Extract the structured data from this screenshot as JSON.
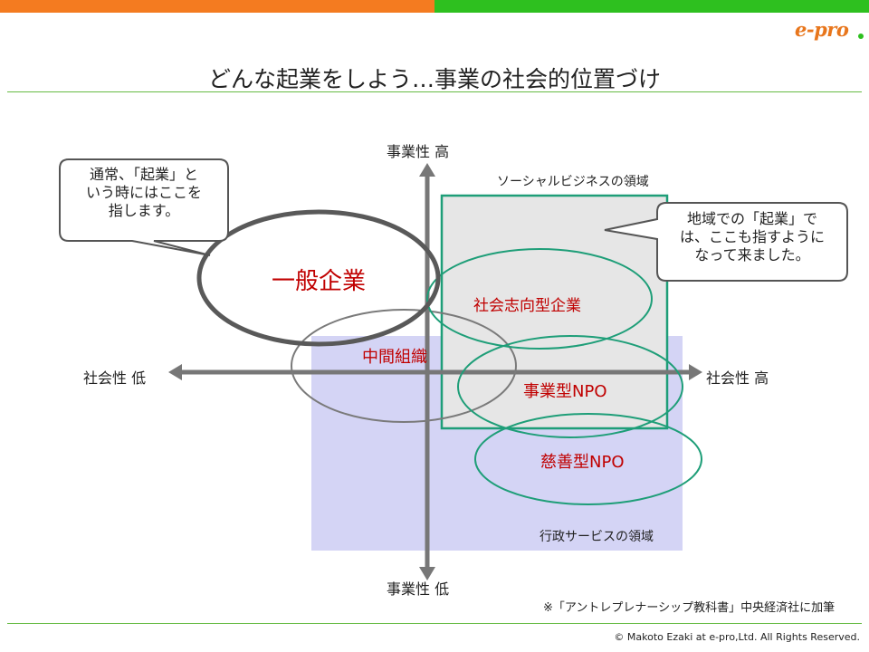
{
  "header": {
    "title": "どんな起業をしよう…事業の社会的位置づけ",
    "logo_text": "e-pro",
    "brand_colors": {
      "orange": "#f47b20",
      "green": "#2ec01f"
    }
  },
  "diagram": {
    "axes": {
      "y_top": "事業性 高",
      "y_bottom": "事業性 低",
      "x_left": "社会性 低",
      "x_right": "社会性 高"
    },
    "regions": {
      "social_business": "ソーシャルビジネスの領域",
      "administrative": "行政サービスの領域"
    },
    "organizations": {
      "general_company": "一般企業",
      "intermediate": "中間組織",
      "social_company": "社会志向型企業",
      "business_npo": "事業型NPO",
      "charity_npo": "慈善型NPO"
    },
    "callouts": {
      "left": "通常、「起業」と\nいう時にはここを\n指します。",
      "right": "地域での「起業」で\nは、ここも指すように\nなって来ました。"
    }
  },
  "footer": {
    "citation": "※「アントレプレナーシップ教科書」中央経済社に加筆",
    "copyright": "© Makoto Ezaki at e-pro,Ltd.  All Rights Reserved."
  }
}
